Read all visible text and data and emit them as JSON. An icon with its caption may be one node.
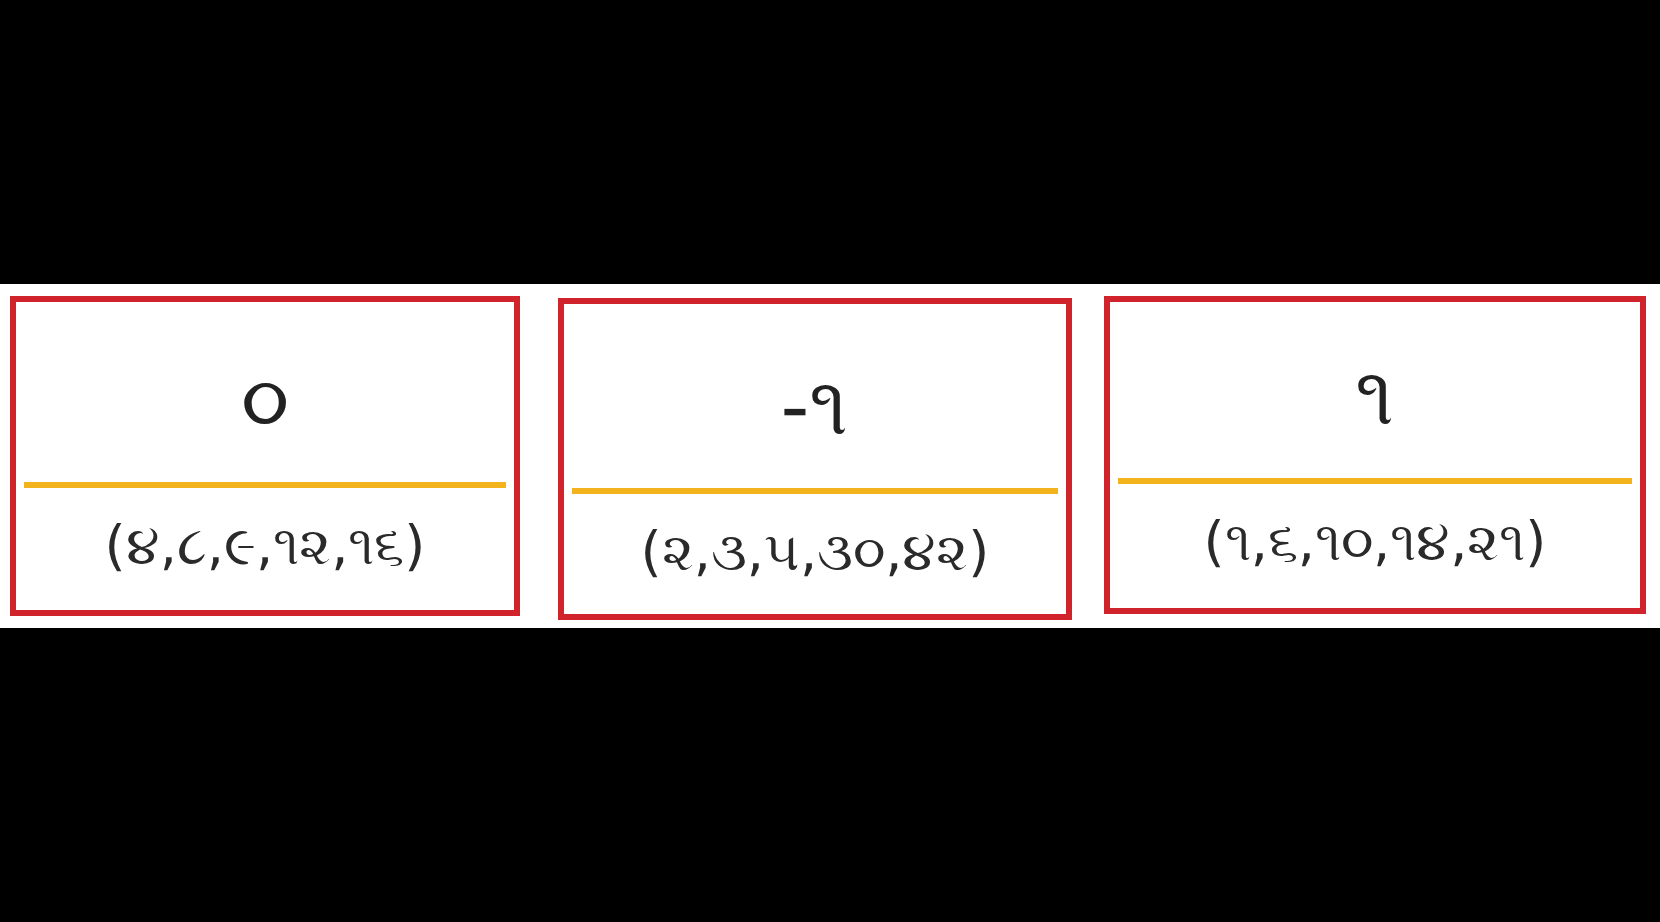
{
  "diagram": {
    "nodes": [
      {
        "text": [
          "૦",
          "(૪,૮,૯,૧૨,૧૬)"
        ]
      },
      {
        "text": [
          "-૧",
          "(૨,૩,૫,૩૦,૪૨)"
        ]
      },
      {
        "text": [
          "૧",
          "(૧,૬,૧૦,૧૪,૨૧)"
        ]
      }
    ]
  }
}
